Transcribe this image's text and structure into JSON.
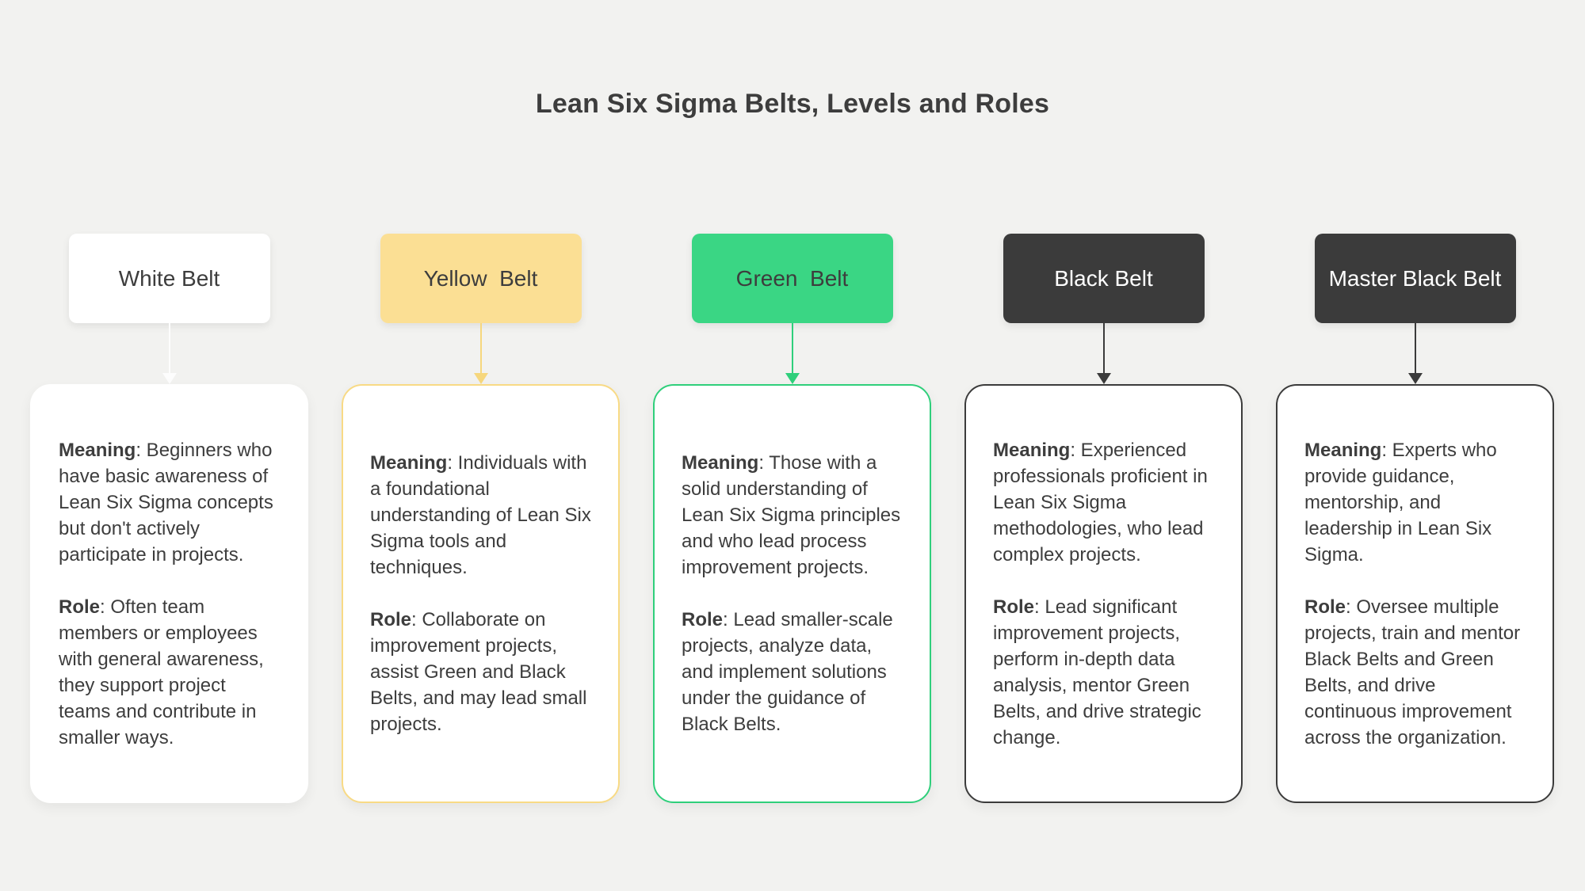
{
  "title": "Lean Six Sigma Belts, Levels and Roles",
  "colors": {
    "background": "#f2f2f0",
    "text_dark": "#3d3d3d",
    "text_light": "#ffffff"
  },
  "belts": [
    {
      "id": "white-belt",
      "label": "White Belt",
      "colors": {
        "header_bg": "#ffffff",
        "header_text": "#3d3d3d",
        "arrow": "#fdfdfd",
        "card_border": "#ffffff"
      },
      "meaning": {
        "label": "Meaning",
        "text": ": Beginners who have basic awareness of Lean Six Sigma concepts but don't actively participate in projects."
      },
      "role": {
        "label": "Role",
        "text": ": Often team members or employees with general awareness, they support project teams and contribute in smaller ways."
      }
    },
    {
      "id": "yellow-belt",
      "label": "Yellow  Belt",
      "colors": {
        "header_bg": "#fbdf94",
        "header_text": "#3d3d3d",
        "arrow": "#f6d77d",
        "card_border": "#f8da85"
      },
      "meaning": {
        "label": "Meaning",
        "text": ": Individuals with a foundational understanding of Lean Six Sigma tools and techniques."
      },
      "role": {
        "label": "Role",
        "text": ": Collaborate on improvement projects, assist Green and Black Belts, and may lead small projects."
      }
    },
    {
      "id": "green-belt",
      "label": "Green  Belt",
      "colors": {
        "header_bg": "#3ad684",
        "header_text": "#3d3d3d",
        "arrow": "#2fcf7b",
        "card_border": "#2fcf7b"
      },
      "meaning": {
        "label": "Meaning",
        "text": ": Those with a solid understanding of Lean Six Sigma principles and who lead process improvement projects."
      },
      "role": {
        "label": "Role",
        "text": ": Lead smaller-scale projects, analyze data, and implement solutions under the guidance of Black Belts."
      }
    },
    {
      "id": "black-belt",
      "label": "Black Belt",
      "colors": {
        "header_bg": "#3b3b3b",
        "header_text": "#ffffff",
        "arrow": "#3b3b3b",
        "card_border": "#3b3b3b"
      },
      "meaning": {
        "label": "Meaning",
        "text": ": Experienced professionals proficient in Lean Six Sigma methodologies, who lead complex projects."
      },
      "role": {
        "label": "Role",
        "text": ": Lead significant improvement projects, perform in-depth data analysis, mentor Green Belts, and drive strategic change."
      }
    },
    {
      "id": "master-black-belt",
      "label": "Master Black Belt",
      "colors": {
        "header_bg": "#3b3b3b",
        "header_text": "#ffffff",
        "arrow": "#3b3b3b",
        "card_border": "#3b3b3b"
      },
      "meaning": {
        "label": "Meaning",
        "text": ": Experts who provide guidance, mentorship, and leadership in Lean Six Sigma."
      },
      "role": {
        "label": "Role",
        "text": ": Oversee multiple projects, train and mentor Black Belts and Green Belts, and drive continuous improvement across the organization."
      }
    }
  ]
}
